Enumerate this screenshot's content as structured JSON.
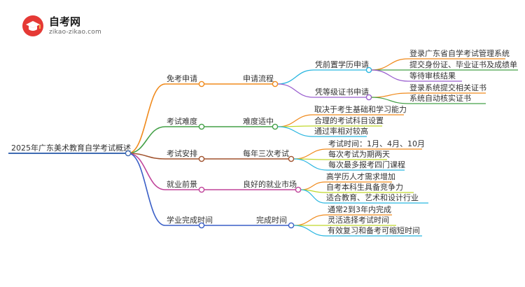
{
  "brand": {
    "name": "自考网",
    "url": "zikao-zikao.com"
  },
  "colors": {
    "root": "#3f6bb3",
    "branch_1": "#f08a1c",
    "branch_2": "#43a047",
    "branch_3": "#9a5fcf",
    "branch_4": "#29b6e0",
    "branch_5": "#c0d82b",
    "branch_6": "#3a5fc7",
    "branch_exam": "#a0522d",
    "branch_work": "#c0449a",
    "branch_done": "#3a5fc7"
  },
  "mindmap": {
    "root": "2025年广东美术教育自学考试概述",
    "branches": [
      {
        "label": "免考申请",
        "sub": "申请流程",
        "groups": [
          {
            "label": "凭前置学历申请",
            "leaves": [
              "登录广东省自学考试管理系统",
              "提交身份证、毕业证书及成绩单",
              "等待审核结果"
            ]
          },
          {
            "label": "凭等级证书申请",
            "leaves": [
              "登录系统提交相关证书",
              "系统自动核实证书"
            ]
          }
        ]
      },
      {
        "label": "考试难度",
        "sub": "难度适中",
        "leaves": [
          "取决于考生基础和学习能力",
          "合理的考试科目设置",
          "通过率相对较高"
        ]
      },
      {
        "label": "考试安排",
        "sub": "每年三次考试",
        "leaves": [
          "考试时间：1月、4月、10月",
          "每次考试为期两天",
          "每次最多报考四门课程"
        ]
      },
      {
        "label": "就业前景",
        "sub": "良好的就业市场",
        "leaves": [
          "高学历人才需求增加",
          "自考本科生具备竞争力",
          "适合教育、艺术和设计行业"
        ]
      },
      {
        "label": "学业完成时间",
        "sub": "完成时间",
        "leaves": [
          "通常2到3年内完成",
          "灵活选择考试时间",
          "有效复习和备考可缩短时间"
        ]
      }
    ]
  }
}
